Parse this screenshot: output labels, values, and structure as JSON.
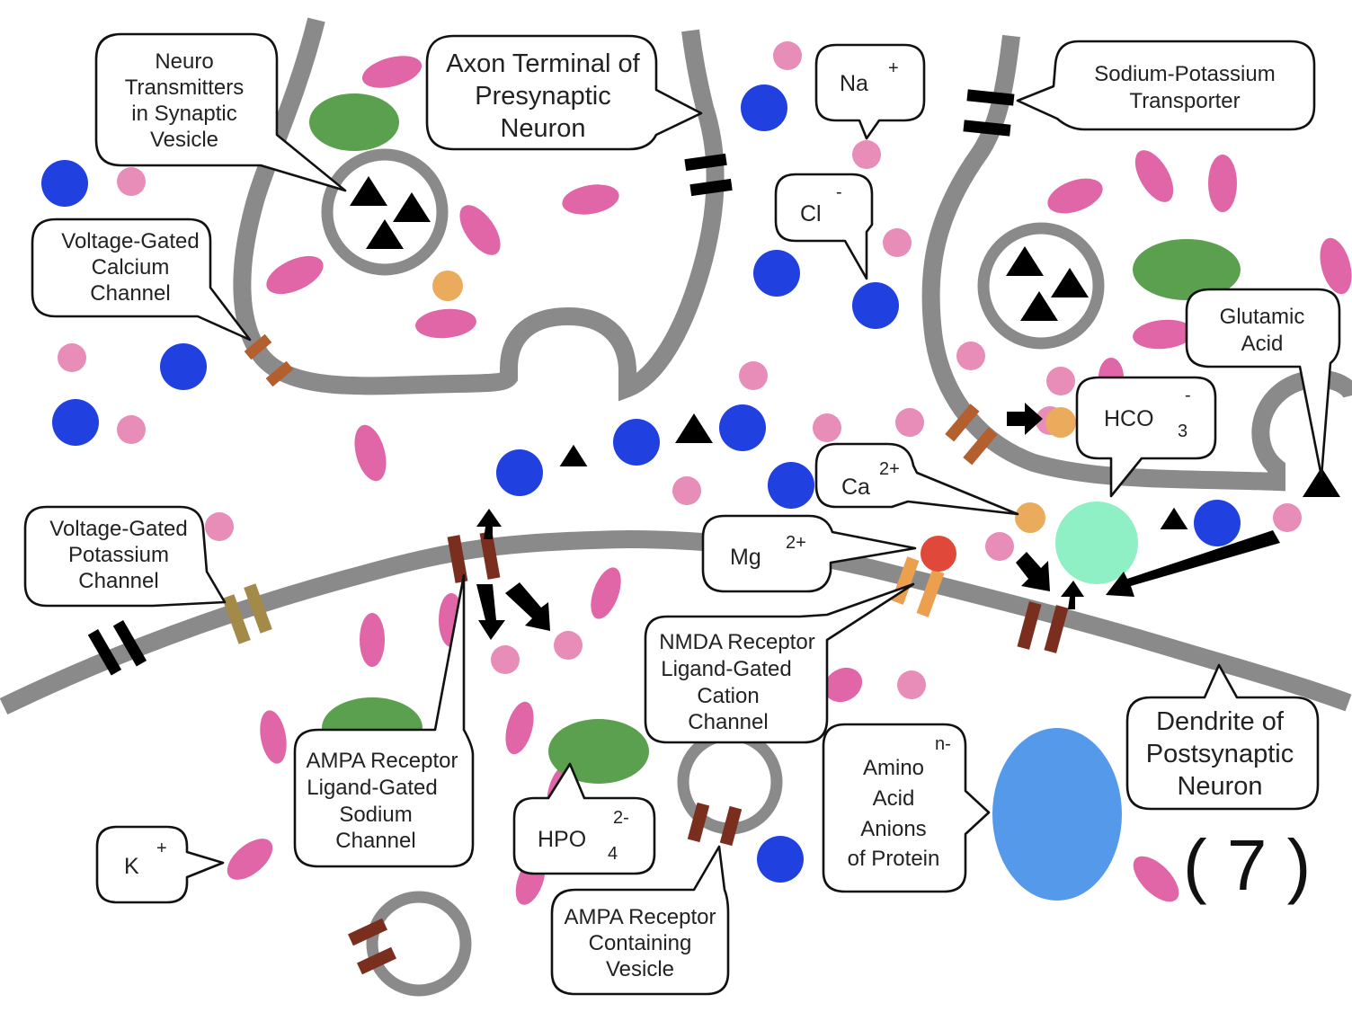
{
  "figure": {
    "number_label": "( 7 )",
    "colors": {
      "membrane": "#8a8a8a",
      "potassium_ion": "#e066a8",
      "sodium_ion": "#e88cb8",
      "chloride_ion": "#2140e0",
      "phosphate_ion": "#5aa04e",
      "calcium_ion": "#eaac5c",
      "magnesium_ion": "#e0483a",
      "bicarbonate_ion": "#8ef0c4",
      "protein_anion": "#5499ea",
      "neurotransmitter": "#000000",
      "calcium_channel": "#b45f2e",
      "potassium_channel": "#a48a48",
      "ampa_receptor": "#7a2e1e",
      "nmda_receptor": "#eca04e",
      "na_k_pump": "#000000"
    }
  },
  "labels": {
    "neurotransmitters": [
      "Neuro",
      "Transmitters",
      "in Synaptic",
      "Vesicle"
    ],
    "axon_terminal": [
      "Axon Terminal of",
      "Presynaptic",
      "Neuron"
    ],
    "sodium_ion": {
      "symbol": "Na",
      "charge": "+"
    },
    "chloride_ion": {
      "symbol": "Cl",
      "charge": "-"
    },
    "sodium_potassium_transporter": [
      "Sodium-Potassium",
      "Transporter"
    ],
    "voltage_gated_calcium": [
      "Voltage-Gated",
      "Calcium",
      "Channel"
    ],
    "glutamic_acid": [
      "Glutamic",
      "Acid"
    ],
    "bicarbonate_ion": {
      "symbol": "HCO",
      "subscript": "3",
      "charge": "-"
    },
    "calcium_ion": {
      "symbol": "Ca",
      "charge": "2+"
    },
    "magnesium_ion": {
      "symbol": "Mg",
      "charge": "2+"
    },
    "voltage_gated_potassium": [
      "Voltage-Gated",
      "Potassium",
      "Channel"
    ],
    "nmda_receptor": [
      "NMDA Receptor",
      "Ligand-Gated",
      "Cation",
      "Channel"
    ],
    "ampa_receptor_channel": [
      "AMPA Receptor",
      "Ligand-Gated",
      "Sodium",
      "Channel"
    ],
    "phosphate_ion": {
      "symbol": "HPO",
      "subscript": "4",
      "charge": "2-"
    },
    "potassium_ion": {
      "symbol": "K",
      "charge": "+"
    },
    "ampa_vesicle": [
      "AMPA Receptor",
      "Containing",
      "Vesicle"
    ],
    "amino_acid_anions": {
      "lines": [
        "Amino",
        "Acid",
        "Anions",
        "of Protein"
      ],
      "charge": "n-"
    },
    "dendrite": [
      "Dendrite of",
      "Postsynaptic",
      "Neuron"
    ]
  }
}
